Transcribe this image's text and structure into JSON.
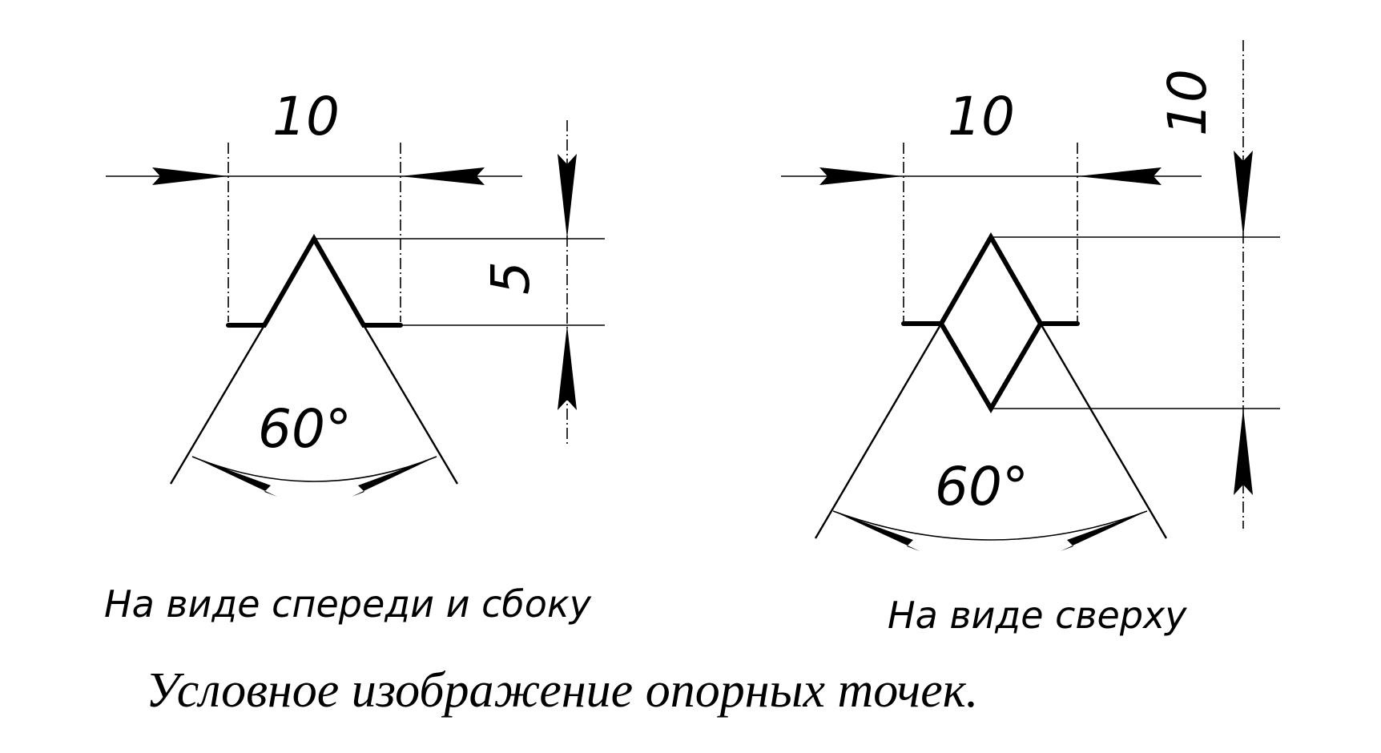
{
  "left_view": {
    "width_dim": "10",
    "height_dim": "5",
    "angle_dim": "60°",
    "label": "На виде спереди и сбоку"
  },
  "right_view": {
    "width_dim": "10",
    "height_dim": "10",
    "angle_dim": "60°",
    "label": "На виде сверху"
  },
  "caption": "Условное изображение опорных точек."
}
